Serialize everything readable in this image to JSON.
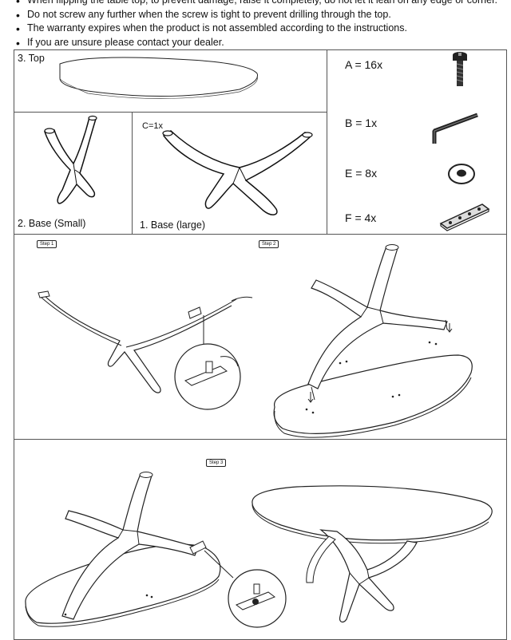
{
  "instructions": [
    "When flipping the table top, to prevent damage, raise it completely, do not let it lean on any edge or corner.",
    "Do not screw any further when the screw is tight to prevent drilling through the top.",
    "The warranty expires when the product is not assembled according to the instructions.",
    "If you are unsure please contact your dealer."
  ],
  "parts": {
    "top_label": "3. Top",
    "base_small_label": "2. Base (Small)",
    "base_large_label": "1. Base (large)",
    "base_large_qty": "C=1x"
  },
  "hardware": [
    {
      "label": "A = 16x",
      "icon": "screw-icon"
    },
    {
      "label": "B = 1x",
      "icon": "allen-key-icon"
    },
    {
      "label": "E = 8x",
      "icon": "washer-icon"
    },
    {
      "label": "F = 4x",
      "icon": "mounting-plate-icon"
    }
  ],
  "steps": {
    "step1": "Step 1",
    "step2": "Step 2",
    "step3": "Step 3"
  }
}
